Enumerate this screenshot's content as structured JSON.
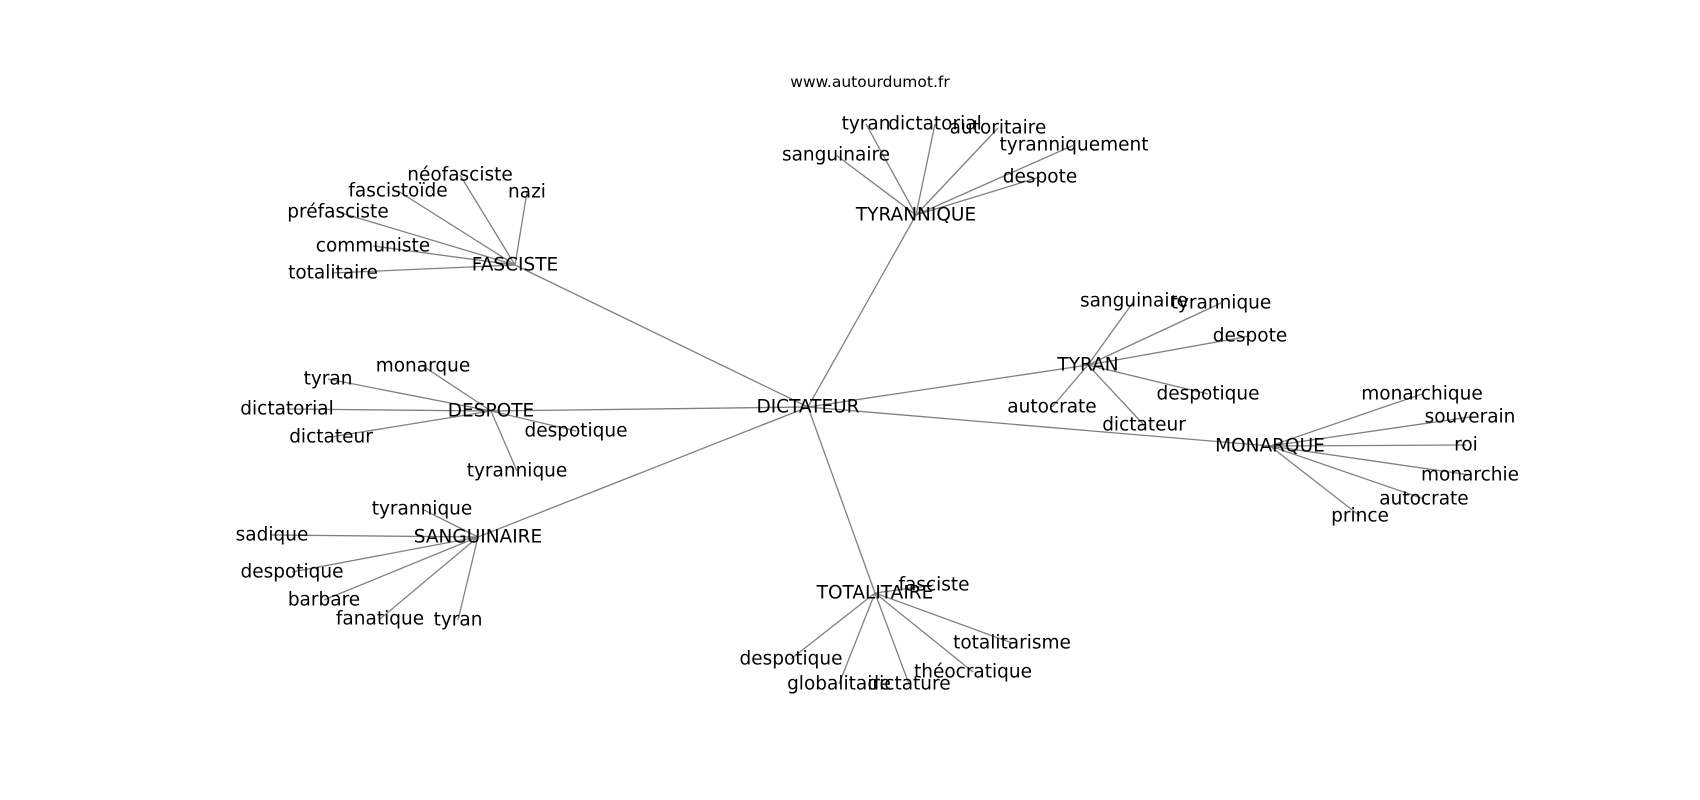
{
  "site_url": "www.autourdumot.fr",
  "center": "DICTATEUR",
  "groups": [
    {
      "id": "fasciste",
      "label": "FASCISTE",
      "children": [
        "néofasciste",
        "nazi",
        "fascistoïde",
        "préfasciste",
        "communiste",
        "totalitaire"
      ]
    },
    {
      "id": "tyrannique",
      "label": "TYRANNIQUE",
      "children": [
        "tyran",
        "dictatorial",
        "autoritaire",
        "tyranniquement",
        "sanguinaire",
        "despote"
      ]
    },
    {
      "id": "tyran",
      "label": "TYRAN",
      "children": [
        "sanguinaire",
        "tyrannique",
        "despote",
        "despotique",
        "autocrate",
        "dictateur"
      ]
    },
    {
      "id": "monarque",
      "label": "MONARQUE",
      "children": [
        "monarchique",
        "souverain",
        "roi",
        "monarchie",
        "autocrate",
        "prince"
      ]
    },
    {
      "id": "despote",
      "label": "DESPOTE",
      "children": [
        "monarque",
        "tyran",
        "dictatorial",
        "dictateur",
        "despotique",
        "tyrannique"
      ]
    },
    {
      "id": "sanguinaire",
      "label": "SANGUINAIRE",
      "children": [
        "tyrannique",
        "sadique",
        "despotique",
        "barbare",
        "fanatique",
        "tyran"
      ]
    },
    {
      "id": "totalitaire",
      "label": "TOTALITAIRE",
      "children": [
        "fasciste",
        "totalitarisme",
        "théocratique",
        "despotique",
        "globalitaire",
        "dictature"
      ]
    }
  ]
}
